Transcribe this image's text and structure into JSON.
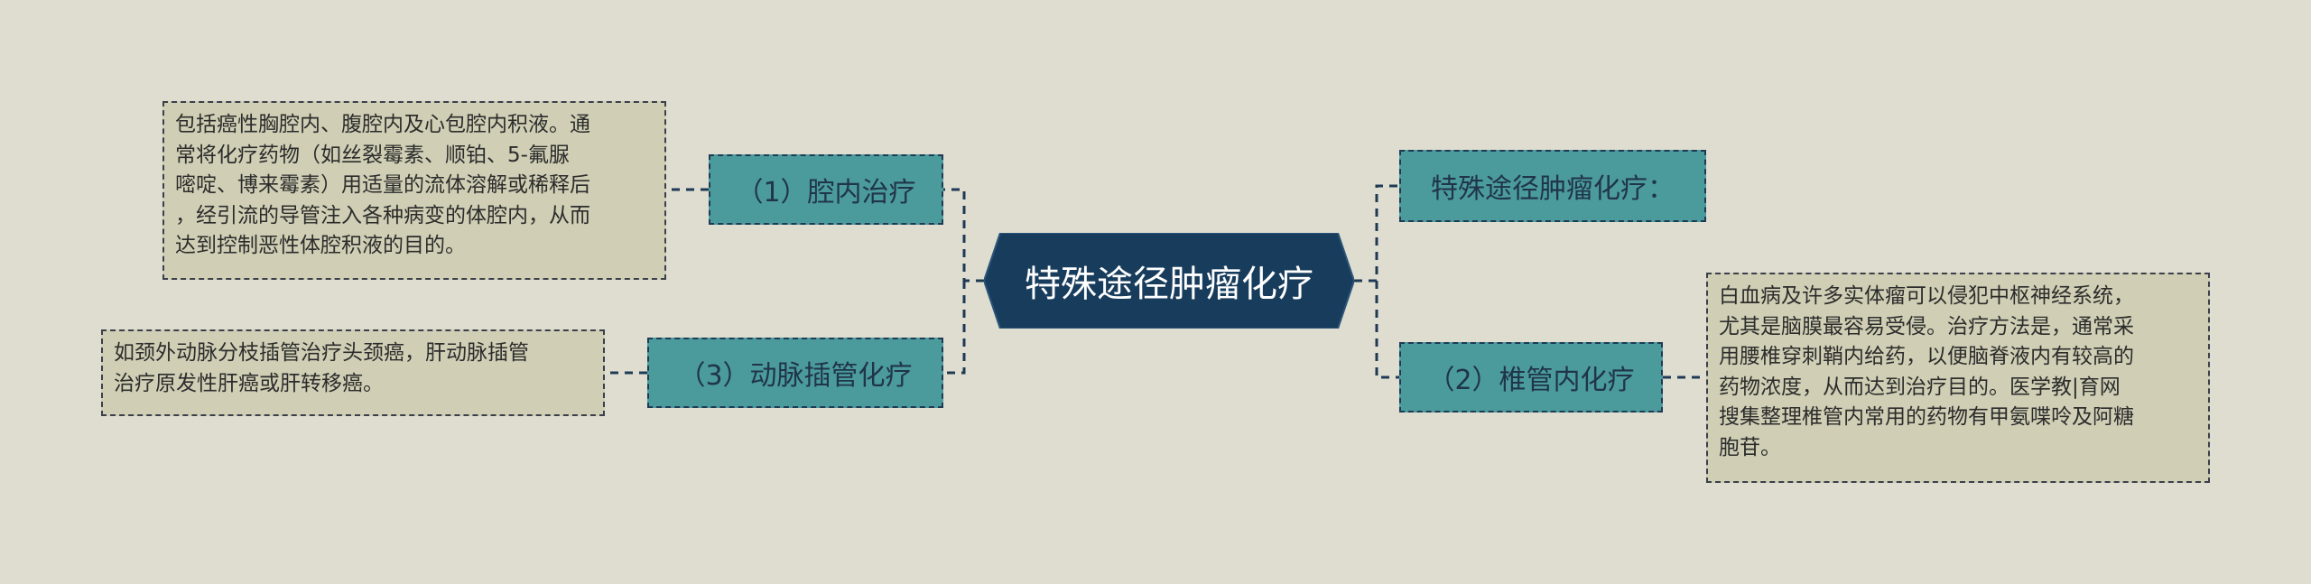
{
  "central_topic": "特殊途径肿瘤化疗",
  "branches": {
    "left_top": {
      "label": "（1）腔内治疗",
      "detail_lines": [
        "包括癌性胸腔内、腹腔内及心包腔内积液。通",
        "常将化疗药物（如丝裂霉素、顺铂、5-氟脲",
        "嘧啶、博来霉素）用适量的流体溶解或稀释后",
        "，经引流的导管注入各种病变的体腔内，从而",
        "达到控制恶性体腔积液的目的。"
      ]
    },
    "left_bottom": {
      "label": "（3）动脉插管化疗",
      "detail_lines": [
        "如颈外动脉分枝插管治疗头颈癌，肝动脉插管",
        "治疗原发性肝癌或肝转移癌。"
      ]
    },
    "right_top": {
      "label": "特殊途径肿瘤化疗："
    },
    "right_bottom": {
      "label": "（2）椎管内化疗",
      "detail_lines": [
        "白血病及许多实体瘤可以侵犯中枢神经系统，",
        "尤其是脑膜最容易受侵。治疗方法是，通常采",
        "用腰椎穿刺鞘内给药，以便脑脊液内有较高的",
        "药物浓度，从而达到治疗目的。医学教|育网",
        "搜集整理椎管内常用的药物有甲氨喋呤及阿糖",
        "胞苷。"
      ]
    }
  },
  "colors": {
    "background": "#dfddd0",
    "central_fill": "#183c5c",
    "topic_fill": "#4b9b9c",
    "leaf_fill": "#d0cfb5",
    "connector": "#1f3a55"
  }
}
